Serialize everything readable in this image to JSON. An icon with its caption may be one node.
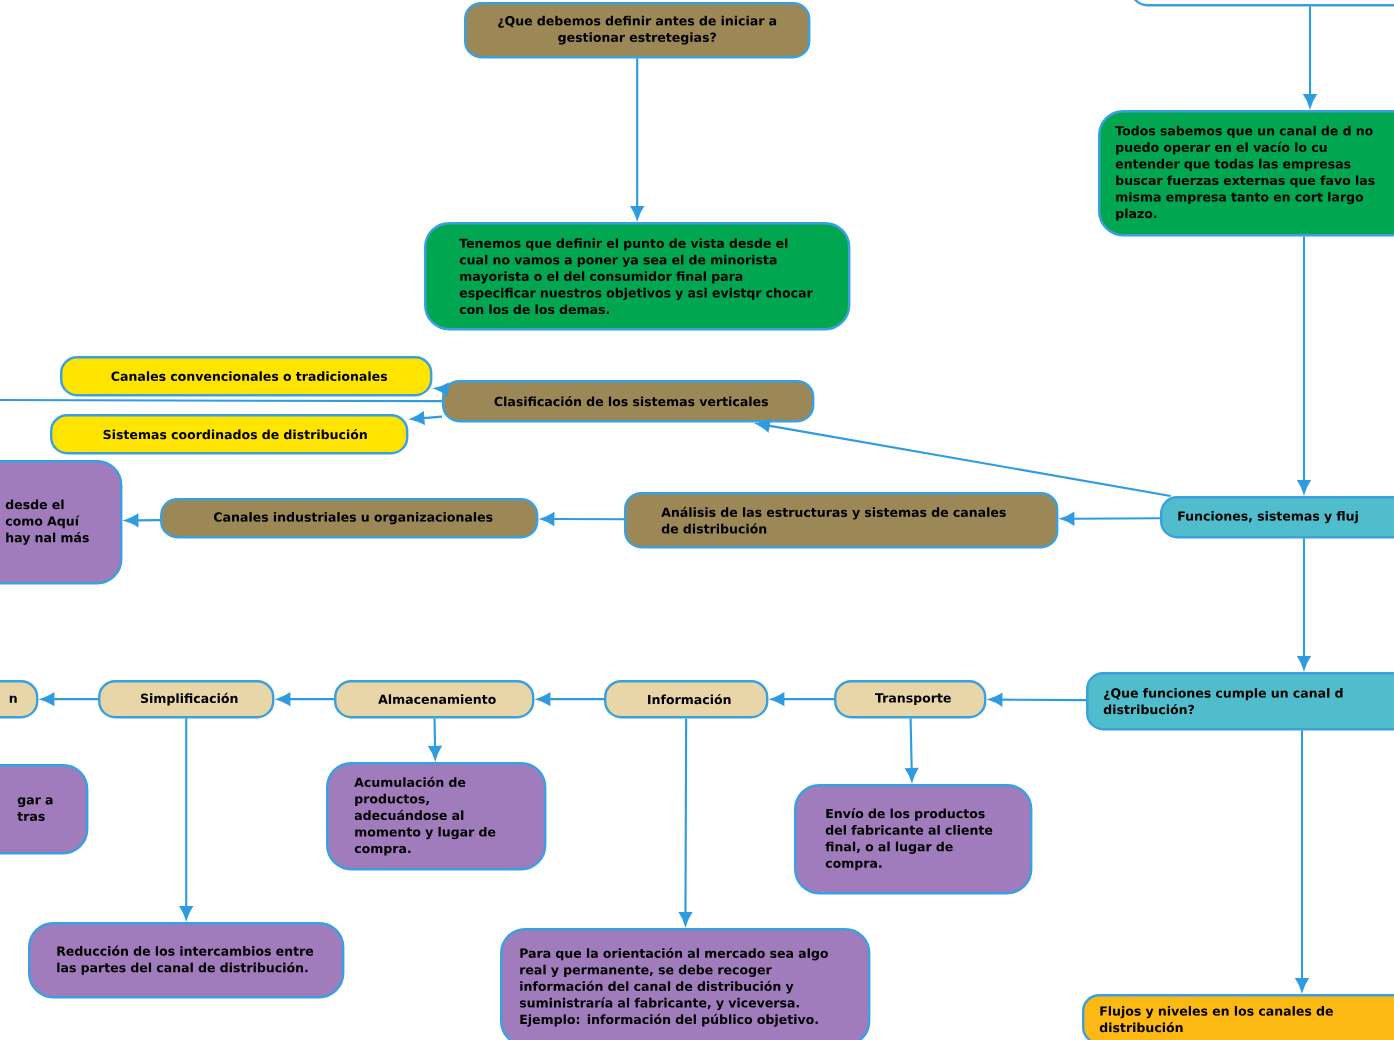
{
  "diagram": {
    "nodes": [
      {
        "text": [],
        "shape": "box"
      },
      {
        "text": [
          "Todos sabemos que un canal de d no puedo operar en el vacío lo cu entender que todas las empresas buscar fuerzas externas que favo las misma empresa tanto en cort largo plazo."
        ]
      },
      {
        "text": [
          "Funciones, sistemas y fluj"
        ]
      },
      {
        "text": [
          "¿Que debemos definir antes de iniciar a gestionar estretegias?"
        ]
      },
      {
        "text": [
          "Tenemos que definir el punto de vista desde el cual no vamos a poner  ya sea el de minorista mayorista o el del consumidor final para especificar nuestros objetivos y asi evistqr chocar con los de los demas."
        ]
      },
      {
        "text": [
          "Clasificación de los sistemas verticales"
        ]
      },
      {
        "text": [
          "Canales convencionales o tradicionales"
        ]
      },
      {
        "text": [
          "Sistemas coordinados de distribución"
        ]
      },
      {
        "text": [
          "Análisis de las estructuras y sistemas de canales de distribución"
        ]
      },
      {
        "text": [
          "Canales industriales u organizacionales"
        ]
      },
      {
        "text": [
          "desde el como Aquí hay nal más"
        ]
      },
      {
        "text": [
          "¿Que funciones cumple un canal d distribución?"
        ]
      },
      {
        "text": [
          "Transporte"
        ]
      },
      {
        "text": [
          "Información"
        ]
      },
      {
        "text": [
          "Almacenamiento"
        ]
      },
      {
        "text": [
          "Simplificación"
        ]
      },
      {
        "text": [
          "n"
        ]
      },
      {
        "text": [
          "Envío de los productos del fabricante al cliente final, o al lugar de compra."
        ]
      },
      {
        "text": [
          "Acumulación de productos, adecuándose al momento y lugar de compra."
        ]
      },
      {
        "text": [
          "gar a tras"
        ]
      },
      {
        "text": [
          "Reducción de los intercambios entre las partes del canal de distribución."
        ]
      },
      {
        "text": [
          "Para que la orientación al mercado sea algo real y permanente, se debe recoger información del canal de distribución y suministraría al fabricante, y viceversa. Ejemplo: información del público objetivo."
        ]
      },
      {
        "text": [
          "Flujos y niveles en los canales de distribución"
        ]
      }
    ],
    "edges": [
      {
        "from": 0,
        "to": 1,
        "arrow": "to"
      },
      {
        "from": 1,
        "to": 2,
        "arrow": "to"
      },
      {
        "from": 2,
        "to": 8,
        "arrow": "to"
      },
      {
        "from": 2,
        "to": 5,
        "arrow": "to"
      },
      {
        "from": 3,
        "to": 4,
        "arrow": "to"
      },
      {
        "from": 5,
        "to": 6,
        "arrow": "to"
      },
      {
        "from": 5,
        "to": 7,
        "arrow": "to"
      },
      {
        "from": 5,
        "to": null,
        "arrow": "none"
      },
      {
        "from": 8,
        "to": 9,
        "arrow": "to"
      },
      {
        "from": 9,
        "to": 10,
        "arrow": "to"
      },
      {
        "from": 2,
        "to": 11,
        "arrow": "to"
      },
      {
        "from": 11,
        "to": 12,
        "arrow": "to"
      },
      {
        "from": 12,
        "to": 13,
        "arrow": "to"
      },
      {
        "from": 13,
        "to": 14,
        "arrow": "to"
      },
      {
        "from": 14,
        "to": 15,
        "arrow": "to"
      },
      {
        "from": 15,
        "to": 16,
        "arrow": "to"
      },
      {
        "from": 12,
        "to": 17,
        "arrow": "to"
      },
      {
        "from": 14,
        "to": 18,
        "arrow": "to"
      },
      {
        "from": 15,
        "to": 20,
        "arrow": "to"
      },
      {
        "from": 13,
        "to": 21,
        "arrow": "to"
      },
      {
        "from": 11,
        "to": 22,
        "arrow": "to"
      }
    ]
  }
}
